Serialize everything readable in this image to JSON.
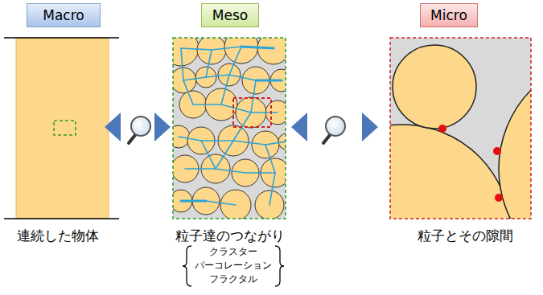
{
  "diagram": {
    "nodes": [
      {
        "text": [
          "Macro"
        ]
      },
      {
        "text": [
          "Meso"
        ]
      },
      {
        "text": [
          "Micro"
        ]
      }
    ],
    "labels": [
      "連続した物体",
      "粒子達のつながり",
      "クラスター",
      "パーコレーション",
      "フラクタル",
      "粒子とその隙間"
    ]
  }
}
